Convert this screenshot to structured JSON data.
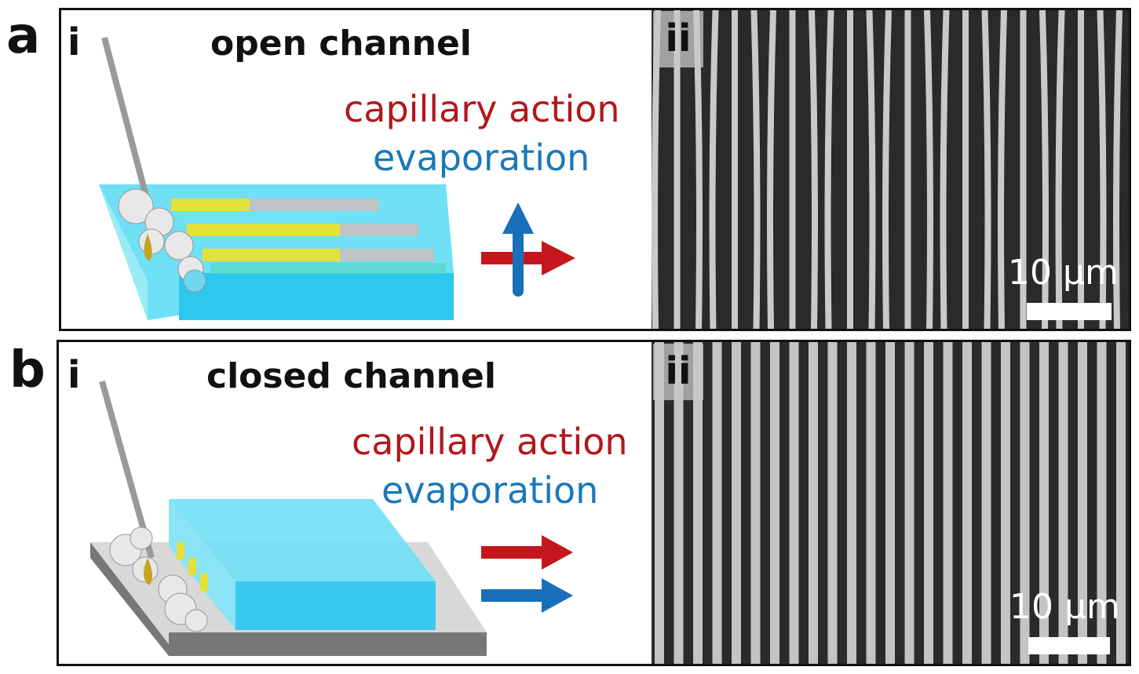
{
  "panel_a": {
    "label": "a",
    "sub_i": "i",
    "sub_ii": "ii",
    "title": "open channel",
    "capillary": "capillary action",
    "evaporation": "evaporation",
    "scale_bar": "10 µm"
  },
  "panel_b": {
    "label": "b",
    "sub_i": "i",
    "sub_ii": "ii",
    "title": "closed channel",
    "capillary": "capillary action",
    "evaporation": "evaporation",
    "scale_bar": "10 µm"
  },
  "colors": {
    "capillary": "#b3161b",
    "evaporation": "#1a78b8",
    "channel": "#4fd3f0",
    "ink": "#e3e13a"
  }
}
